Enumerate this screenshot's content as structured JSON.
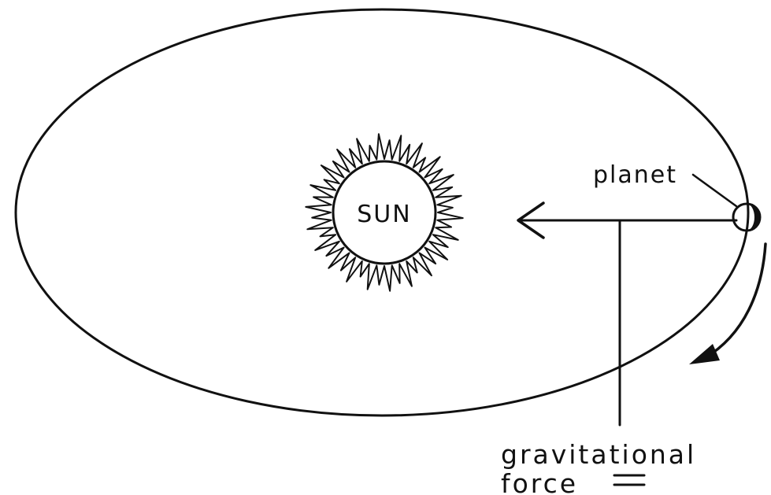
{
  "labels": {
    "sun": "SUN",
    "planet": "planet",
    "force_line1": "gravitational",
    "force_line2": "force"
  },
  "colors": {
    "ink": "#111111",
    "background": "#ffffff"
  }
}
